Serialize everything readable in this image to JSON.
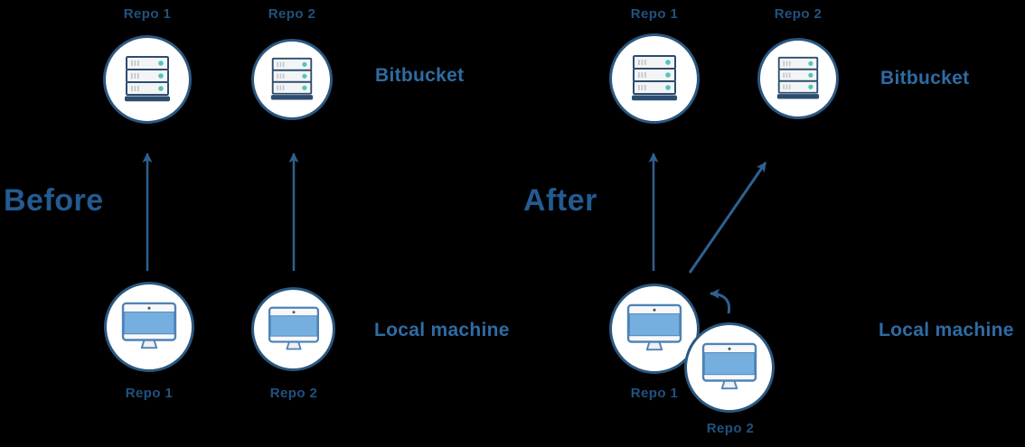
{
  "canvas": {
    "background": "#000000"
  },
  "colors": {
    "circle_fill": "#ffffff",
    "circle_border": "#2a5880",
    "arrow": "#2e618f",
    "server_outline": "#2c4d6e",
    "server_led": "#55c3bd",
    "monitor_outline": "#5083b6",
    "monitor_screen": "#74afdf",
    "heading_text": "#235b90",
    "repo_label_text": "#20527f",
    "section_label_text": "#2e6ca4"
  },
  "icons": {
    "bitbucket_node": "server-rack-icon",
    "local_node": "desktop-monitor-icon"
  },
  "before": {
    "heading": "Before",
    "bitbucket_section_label": "Bitbucket",
    "local_section_label": "Local machine",
    "bitbucket_repos": [
      {
        "label": "Repo 1"
      },
      {
        "label": "Repo 2"
      }
    ],
    "local_repos": [
      {
        "label": "Repo 1"
      },
      {
        "label": "Repo 2"
      }
    ]
  },
  "after": {
    "heading": "After",
    "bitbucket_section_label": "Bitbucket",
    "local_section_label": "Local machine",
    "bitbucket_repos": [
      {
        "label": "Repo 1"
      },
      {
        "label": "Repo 2"
      }
    ],
    "local_repos": [
      {
        "label": "Repo 1"
      },
      {
        "label": "Repo 2"
      }
    ]
  }
}
